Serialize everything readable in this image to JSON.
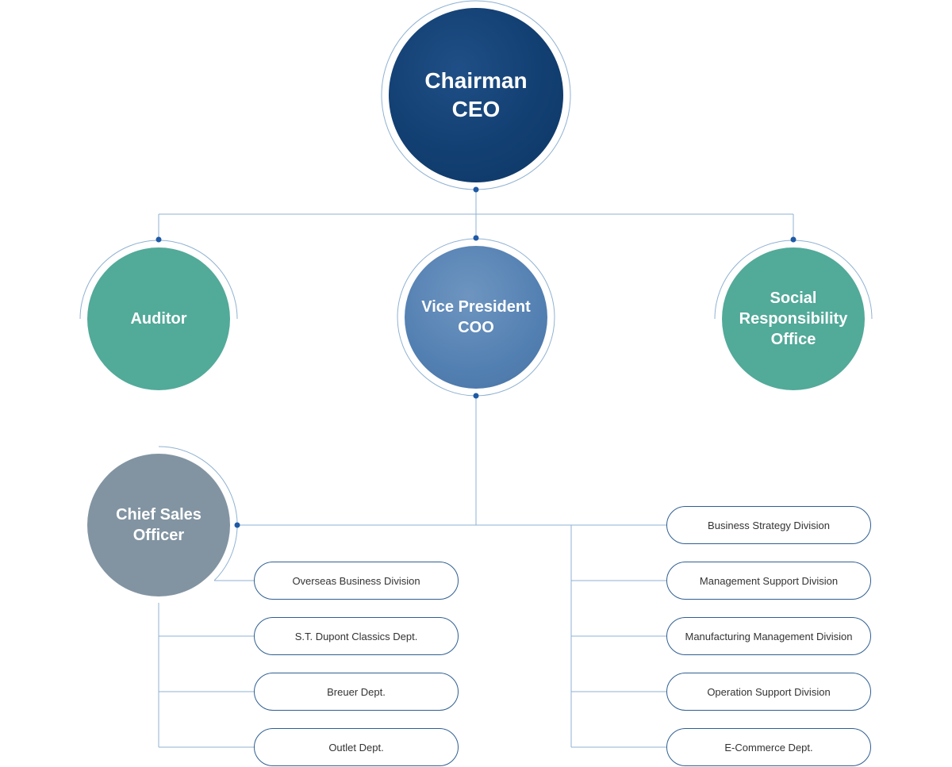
{
  "colors": {
    "line": "#8fb2d3",
    "dot": "#1f5aa5",
    "ceo_fill": "#123f72",
    "vp_fill": "#5380b2",
    "green_fill": "#52aa99",
    "gray_fill": "#8294a2",
    "box_border": "#2f5f92"
  },
  "nodes": {
    "ceo": {
      "line1": "Chairman",
      "line2": "CEO"
    },
    "auditor": {
      "line1": "Auditor"
    },
    "vp": {
      "line1": "Vice President",
      "line2": "COO"
    },
    "sro": {
      "line1": "Social",
      "line2": "Responsibility",
      "line3": "Office"
    },
    "cso": {
      "line1": "Chief Sales",
      "line2": "Officer"
    }
  },
  "cso_departments": [
    "Overseas Business Division",
    "S.T. Dupont Classics Dept.",
    "Breuer Dept.",
    "Outlet Dept."
  ],
  "coo_divisions": [
    "Business Strategy Division",
    "Management Support Division",
    "Manufacturing Management Division",
    "Operation Support Division",
    "E-Commerce Dept."
  ]
}
